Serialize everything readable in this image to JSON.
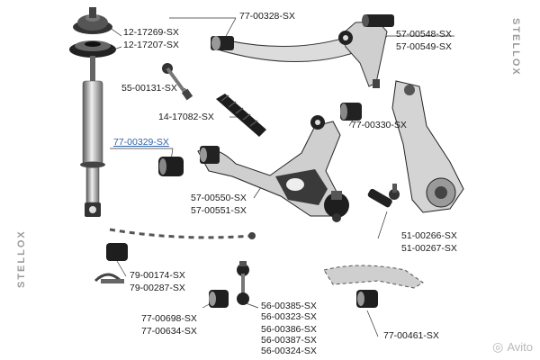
{
  "brand": {
    "left_vertical": "STELLOX",
    "right_vertical": "STELLOX",
    "left_color": "#9a9a9a"
  },
  "watermark": {
    "text": "Avito",
    "color": "#b8b8b8"
  },
  "labels": {
    "strut_mount_a": "12-17269-SX",
    "strut_mount_b": "12-17207-SX",
    "upper_arm": "77-00328-SX",
    "ball_joint_upper_a": "57-00548-SX",
    "ball_joint_upper_b": "57-00549-SX",
    "tie_rod": "55-00131-SX",
    "boot": "14-17082-SX",
    "bushing_upper_arm": "77-00330-SX",
    "bushing_lower_arm": "77-00329-SX",
    "ball_joint_lower_a": "57-00550-SX",
    "ball_joint_lower_b": "57-00551-SX",
    "tie_rod_end_a": "51-00266-SX",
    "tie_rod_end_b": "51-00267-SX",
    "stab_bushing_a": "79-00174-SX",
    "stab_bushing_b": "79-00287-SX",
    "link_a": "56-00385-SX",
    "link_b": "56-00323-SX",
    "link_c": "56-00386-SX",
    "link_d": "56-00387-SX",
    "link_e": "56-00324-SX",
    "bushing_rear_a": "77-00698-SX",
    "bushing_rear_b": "77-00634-SX",
    "bushing_rod": "77-00461-SX"
  },
  "colors": {
    "text": "#1a1a1a",
    "highlight_blue": "#2f62a8",
    "part_dark": "#1e1e1e",
    "part_gray": "#8a8a8a",
    "part_light": "#d9d9d9"
  }
}
